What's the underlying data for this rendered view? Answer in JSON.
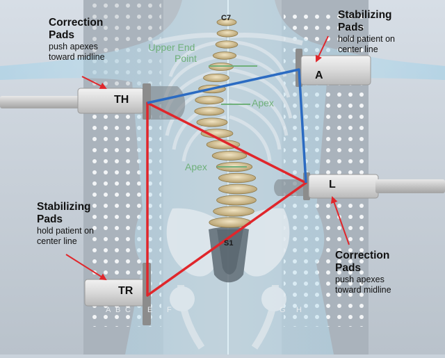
{
  "labels": {
    "correction_left": {
      "head": [
        "Correction",
        "Pads"
      ],
      "sub": [
        "push apexes",
        "toward midline"
      ]
    },
    "stabilizing_right": {
      "head": [
        "Stabilizing",
        "Pads"
      ],
      "sub": [
        "hold patient on",
        "center line"
      ]
    },
    "stabilizing_left": {
      "head": [
        "Stabilizing",
        "Pads"
      ],
      "sub": [
        "hold patient on",
        "center line"
      ]
    },
    "correction_right": {
      "head": [
        "Correction",
        "Pads"
      ],
      "sub": [
        "push apexes",
        "toward midline"
      ]
    }
  },
  "pads": {
    "th": "TH",
    "a": "A",
    "l": "L",
    "tr": "TR"
  },
  "spine": {
    "top": "C7",
    "bottom": "S1"
  },
  "anatomy": {
    "upper_end_point": [
      "Upper End",
      "Point"
    ],
    "apex_upper": "Apex",
    "apex_lower": "Apex"
  },
  "board_letters": [
    "A",
    "B",
    "C",
    "E",
    "F",
    "G",
    "H"
  ],
  "colors": {
    "triangle_red": "#e0262b",
    "triangle_blue": "#2b6bc2",
    "arrow_red": "#e0262b",
    "anatomy_green": "#6fb07a"
  }
}
